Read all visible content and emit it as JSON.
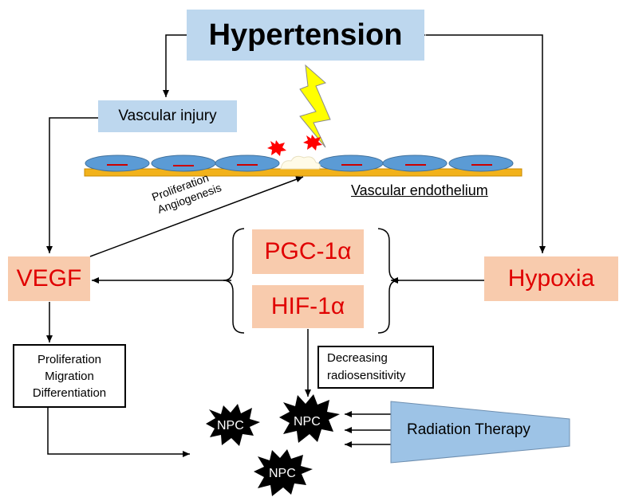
{
  "title": "Hypertension",
  "vascular_injury": "Vascular injury",
  "vascular_endothelium": "Vascular endothelium",
  "vegf": "VEGF",
  "hypoxia": "Hypoxia",
  "pgc": "PGC-1α",
  "hif": "HIF-1α",
  "arrow_label_1": "Proliferation",
  "arrow_label_2": "Angiogenesis",
  "vegf_effects": [
    "Proliferation",
    "Migration",
    "Differentiation"
  ],
  "decreasing_line1": "Decreasing",
  "decreasing_line2": "radiosensitivity",
  "radiation": "Radiation Therapy",
  "npc_labels": [
    "NPC",
    "NPC",
    "NPC"
  ],
  "colors": {
    "blue_box": "#bdd7ee",
    "peach_box": "#f8cbad",
    "red_text": "#e00000",
    "cell_fill": "#5b9bd5",
    "cell_stroke": "#41719c",
    "basement": "#f2b21b",
    "lightning": "#ffff00",
    "burst": "#ff0000",
    "npc_star": "#000000"
  }
}
